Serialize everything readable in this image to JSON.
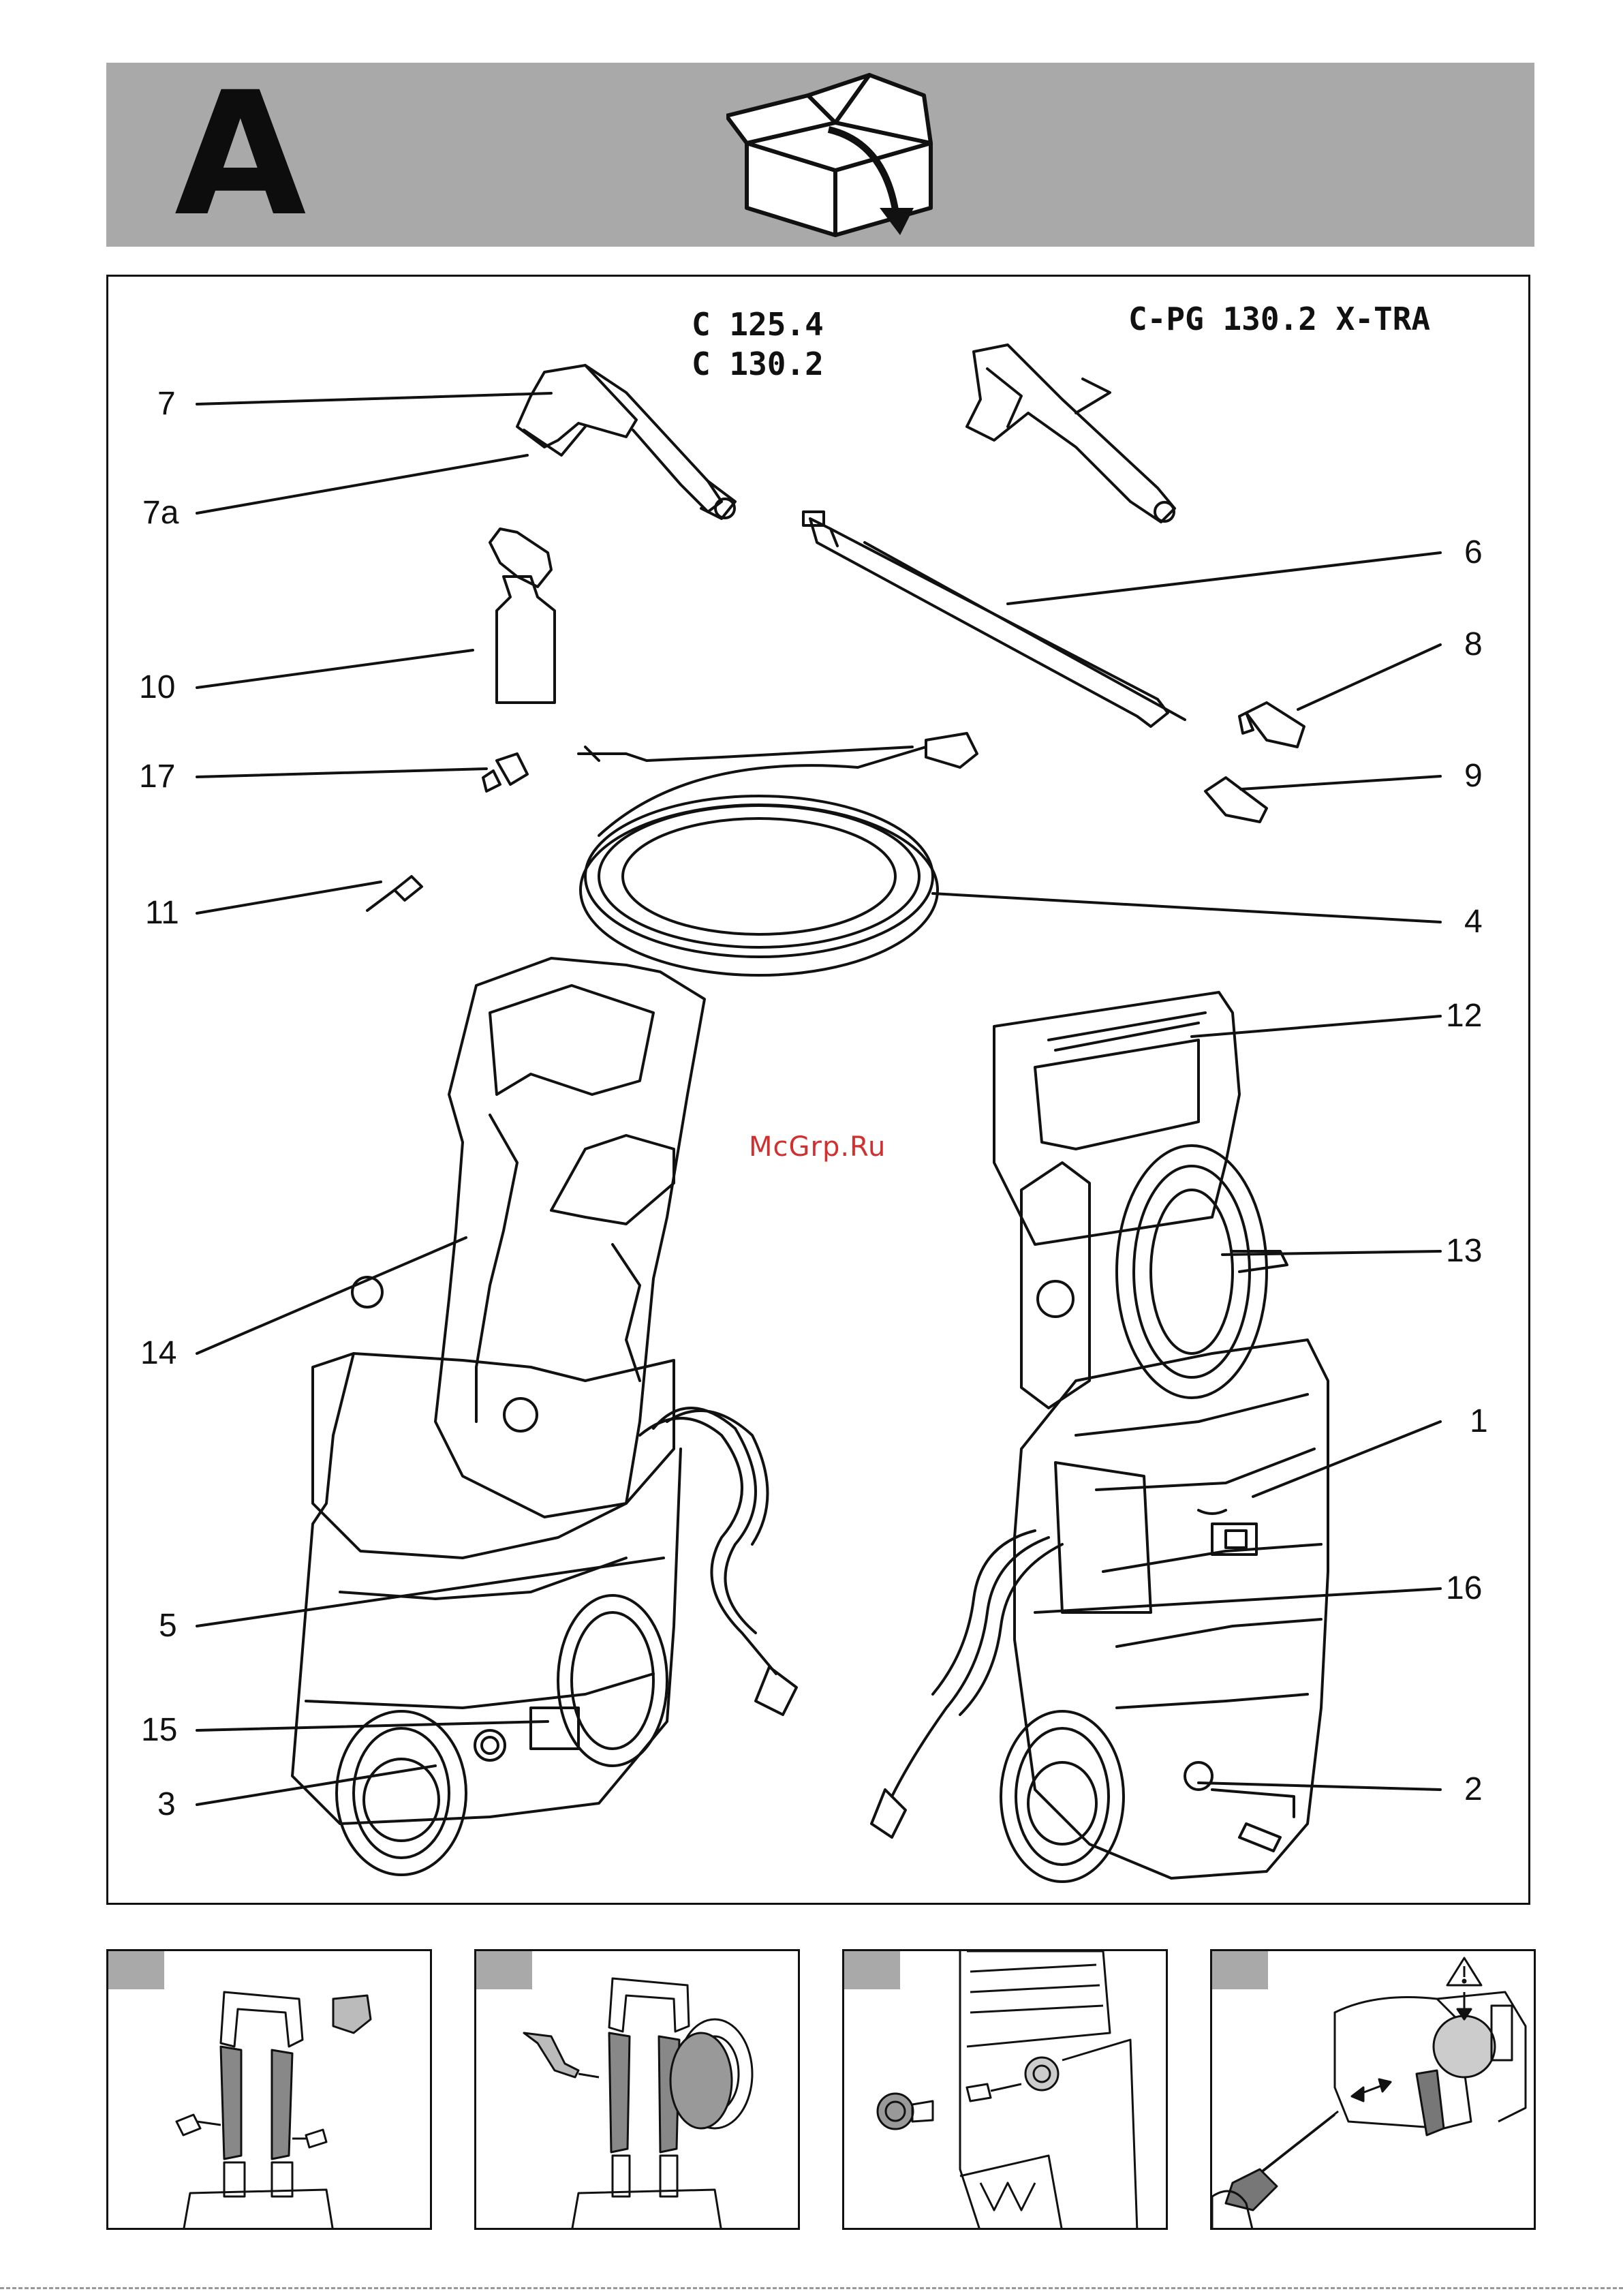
{
  "header": {
    "section_letter": "A",
    "icon": "unpack-box-icon"
  },
  "models": {
    "standard": [
      "C 125.4",
      "C 130.2"
    ],
    "extra": "C-PG 130.2 X-TRA"
  },
  "watermark": "McGrp.Ru",
  "callouts": [
    {
      "id": "c7",
      "label": "7"
    },
    {
      "id": "c7a",
      "label": "7a"
    },
    {
      "id": "c10",
      "label": "10"
    },
    {
      "id": "c17",
      "label": "17"
    },
    {
      "id": "c11",
      "label": "11"
    },
    {
      "id": "c14",
      "label": "14"
    },
    {
      "id": "c5",
      "label": "5"
    },
    {
      "id": "c15",
      "label": "15"
    },
    {
      "id": "c3",
      "label": "3"
    },
    {
      "id": "c6",
      "label": "6"
    },
    {
      "id": "c8",
      "label": "8"
    },
    {
      "id": "c9",
      "label": "9"
    },
    {
      "id": "c4",
      "label": "4"
    },
    {
      "id": "c12",
      "label": "12"
    },
    {
      "id": "c13",
      "label": "13"
    },
    {
      "id": "c1",
      "label": "1"
    },
    {
      "id": "c16",
      "label": "16"
    },
    {
      "id": "c2",
      "label": "2"
    }
  ],
  "steps": [
    {
      "icon": "handle-bracket-assembly-icon"
    },
    {
      "icon": "hose-reel-assembly-icon"
    },
    {
      "icon": "water-inlet-connector-icon"
    },
    {
      "icon": "filter-screwdriver-icon"
    }
  ],
  "colors": {
    "header_bg": "#a9a9a9",
    "line": "#111111",
    "watermark": "#d0302f"
  }
}
